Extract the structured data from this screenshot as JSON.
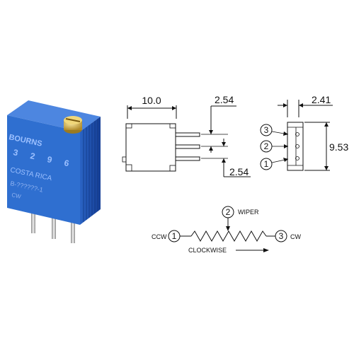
{
  "product_photo": {
    "brand": "BOURNS",
    "model_digits": [
      "3",
      "2",
      "9",
      "6"
    ],
    "origin": "COSTA RICA",
    "code": "B-??????-1",
    "marking": "CW",
    "colors": {
      "body": "#2f6fd0",
      "body_dark": "#1f4fa8",
      "screw": "#d4b04a",
      "pins": "#b8b8b8"
    }
  },
  "dimensions": {
    "width": "10.0",
    "pin_pitch_top": "2.54",
    "pin_pitch_bottom": "2.54",
    "side_depth": "2.41",
    "height": "9.53"
  },
  "pins": {
    "labels": [
      "3",
      "2",
      "1"
    ]
  },
  "schematic": {
    "ccw_label": "CCW",
    "cw_label": "CW",
    "wiper_label": "WIPER",
    "direction_label": "CLOCKWISE",
    "pin_ccw": "1",
    "pin_wiper": "2",
    "pin_cw": "3"
  }
}
